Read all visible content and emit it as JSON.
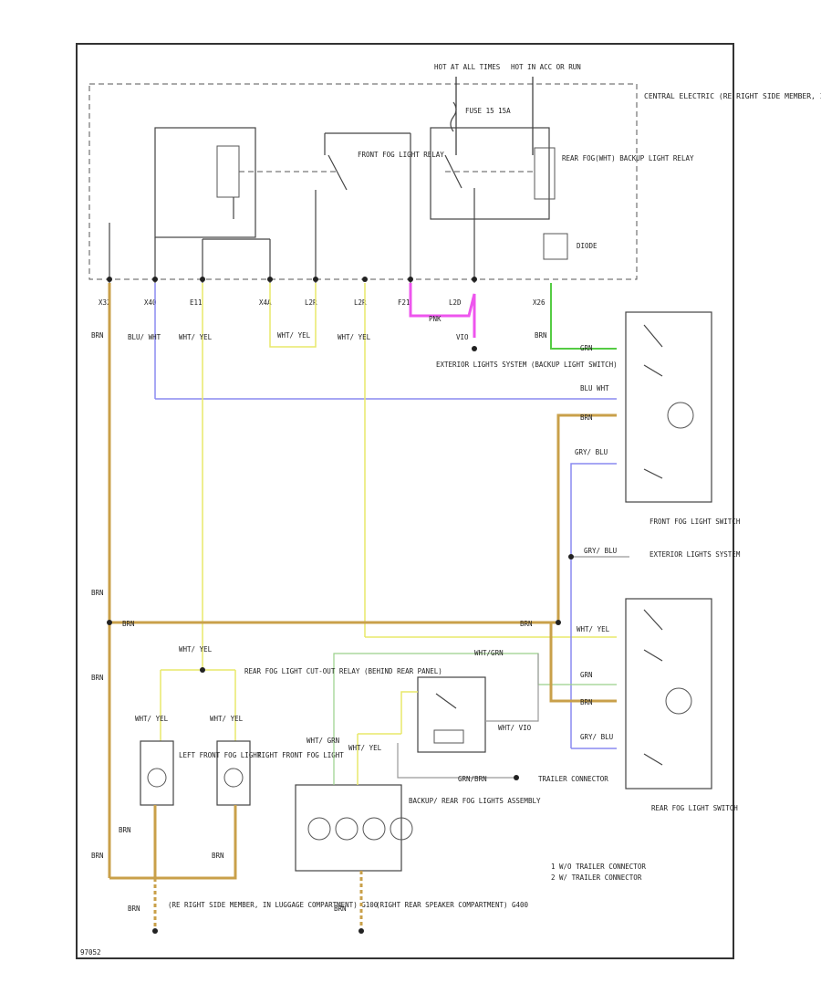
{
  "top_feed": {
    "hot_acc": "HOT AT ALL TIMES",
    "hot_run": "HOT IN ACC OR RUN"
  },
  "fuse": {
    "label": "FUSE 15 15A"
  },
  "central_box": "CENTRAL ELECTRIC (RE RIGHT SIDE MEMBER, IN LUGGAGE COMPT.)",
  "relays": {
    "front_fog": "FRONT FOG LIGHT RELAY",
    "rear_fog_backup": "REAR FOG(WHT) BACKUP LIGHT RELAY"
  },
  "diode": "DIODE",
  "terminals": [
    "X32",
    "X40",
    "E11",
    "X4A",
    "L2R",
    "L2R",
    "F21",
    "L2D",
    "X26"
  ],
  "wire_labels": {
    "brn_left": "BRN",
    "blu_wht": "BLU/ WHT",
    "wht_yel_1": "WHT/ YEL",
    "wht_yel_2": "WHT/ YEL",
    "wht_yel_3": "WHT/ YEL",
    "vio": "VIO",
    "brn_x26": "BRN",
    "pnk": "PNK",
    "exterior_backup": "EXTERIOR LIGHTS SYSTEM (BACKUP LIGHT SWITCH)",
    "grn": "GRN",
    "blu_wht_right": "BLU WHT",
    "brn_right": "BRN",
    "gry_blu": "GRY/ BLU",
    "front_fog_switch": "FRONT FOG LIGHT SWITCH",
    "gry_blu_2": "GRY/ BLU",
    "exterior_lights": "EXTERIOR LIGHTS SYSTEM",
    "brn_mid": "BRN",
    "brn_mid2": "BRN",
    "brn_h": "BRN",
    "brn_h2": "BRN",
    "wht_yel_4": "WHT/ YEL",
    "wht_grn": "WHT/GRN",
    "grn_2": "GRN",
    "brn_3": "BRN",
    "gry_blu_3": "GRY/ BLU",
    "rear_fog_relay": "REAR FOG LIGHT CUT-OUT RELAY (BEHIND REAR PANEL)",
    "wht_yel_5": "WHT/ YEL",
    "wht_yel_6": "WHT/ YEL",
    "wht_yel_7": "WHT/ YEL",
    "left_front_fog": "LEFT FRONT FOG LIGHT",
    "right_front_fog": "RIGHT FRONT FOG LIGHT",
    "wht_grn_2": "WHT/ GRN",
    "wht_yel_8": "WHT/ YEL",
    "wht_vio": "WHT/ VIO",
    "trailer_conn": "TRAILER CONNECTOR",
    "grn_brn": "GRN/BRN",
    "backup_assembly": "BACKUP/ REAR FOG LIGHTS ASSEMBLY",
    "rear_fog_switch": "REAR FOG LIGHT SWITCH",
    "brn_b1": "BRN",
    "brn_b2": "BRN",
    "brn_b3": "BRN",
    "brn_b4": "BRN",
    "ground_left": "(RE RIGHT SIDE MEMBER, IN LUGGAGE COMPARTMENT) G100",
    "ground_right": "(RIGHT REAR SPEAKER COMPARTMENT) G400",
    "note1": "1 W/O TRAILER CONNECTOR",
    "note2": "2 W/ TRAILER CONNECTOR",
    "fig_id": "97052"
  },
  "colors": {
    "brown": "#c9a04a",
    "blue": "#8a8af0",
    "yellow": "#e8e86a",
    "green": "#55cc44",
    "pink": "#ee55ee"
  }
}
